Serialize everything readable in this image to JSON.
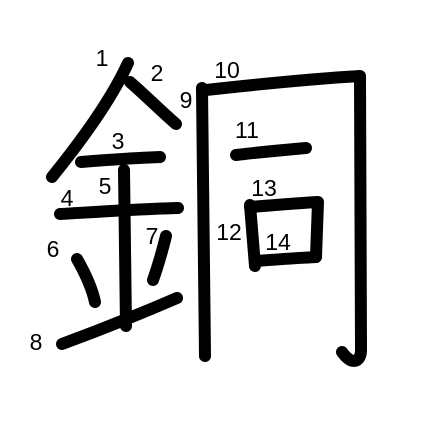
{
  "character": "銅",
  "stroke_count": 14,
  "stroke_color": "#000000",
  "background_color": "#ffffff",
  "labels": [
    "1",
    "2",
    "3",
    "4",
    "5",
    "6",
    "7",
    "8",
    "9",
    "10",
    "11",
    "12",
    "13",
    "14"
  ]
}
